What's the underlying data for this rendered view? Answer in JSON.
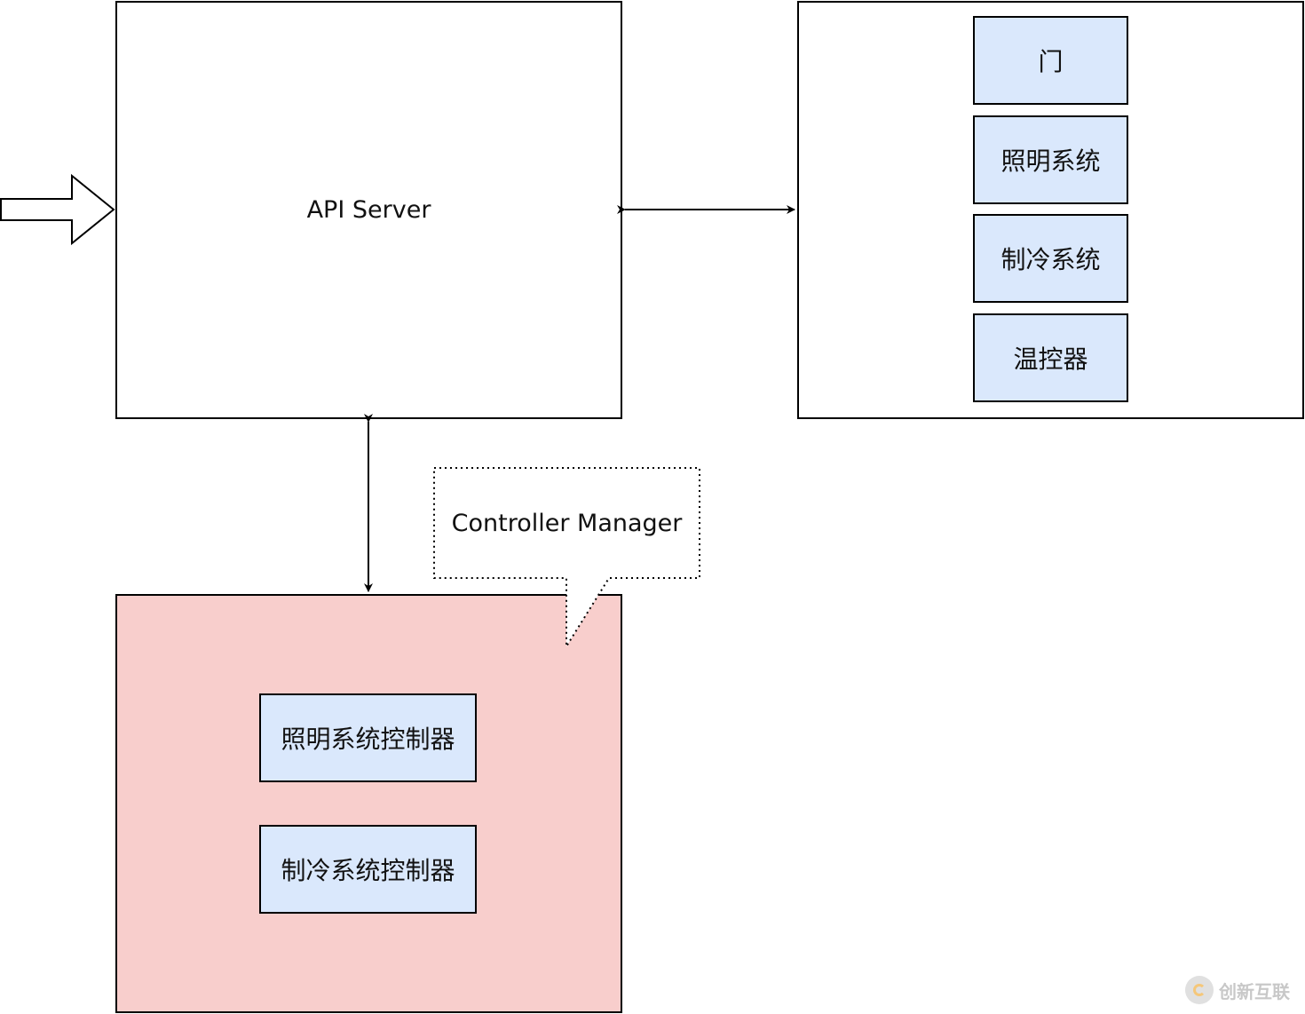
{
  "api_server": {
    "label": "API Server"
  },
  "devices": {
    "items": [
      {
        "label": "门"
      },
      {
        "label": "照明系统"
      },
      {
        "label": "制冷系统"
      },
      {
        "label": "温控器"
      }
    ]
  },
  "controller_manager": {
    "callout_label": "Controller Manager",
    "controllers": [
      {
        "label": "照明系统控制器"
      },
      {
        "label": "制冷系统控制器"
      }
    ]
  },
  "watermark": {
    "text": "创新互联"
  },
  "colors": {
    "device_fill": "#dae8fc",
    "controller_manager_fill": "#f8cecc",
    "stroke": "#000000"
  }
}
